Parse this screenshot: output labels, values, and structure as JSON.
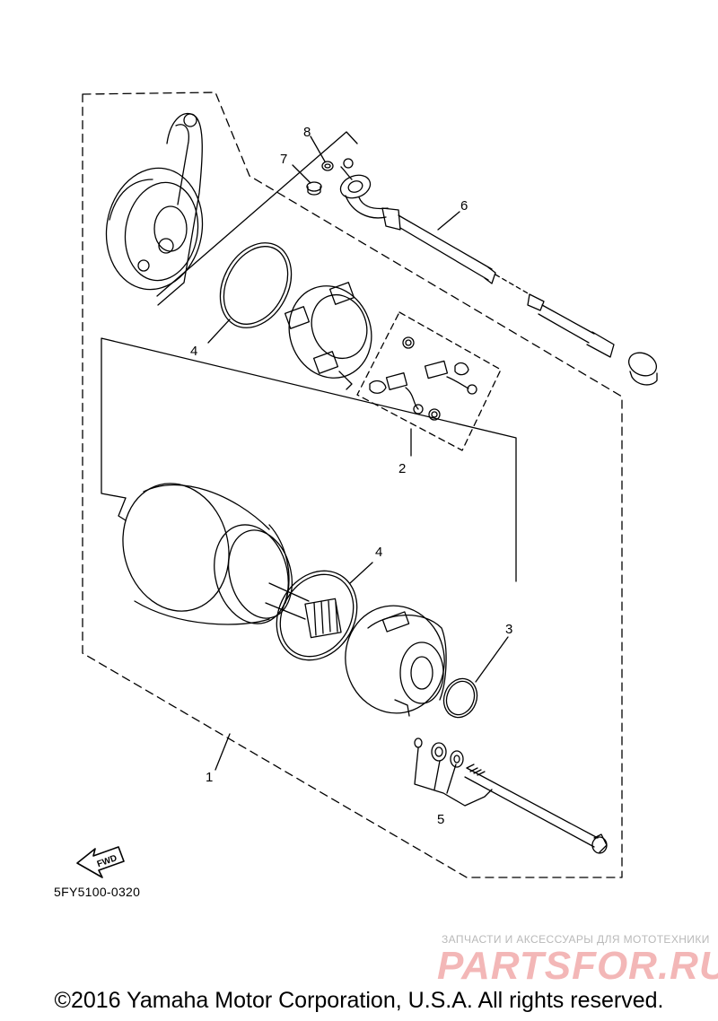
{
  "callouts": {
    "c1": "1",
    "c2": "2",
    "c3": "3",
    "c4a": "4",
    "c4b": "4",
    "c5": "5",
    "c6": "6",
    "c7": "7",
    "c8": "8"
  },
  "fwd_arrow_label": "FWD",
  "diagram_code": "5FY5100-0320",
  "watermark": {
    "tagline": "ЗАПЧАСТИ И АКСЕССУАРЫ ДЛЯ МОТОТЕХНИКИ",
    "logo": "PARTSFOR.RU"
  },
  "copyright": "©2016 Yamaha Motor Corporation, U.S.A. All rights reserved."
}
